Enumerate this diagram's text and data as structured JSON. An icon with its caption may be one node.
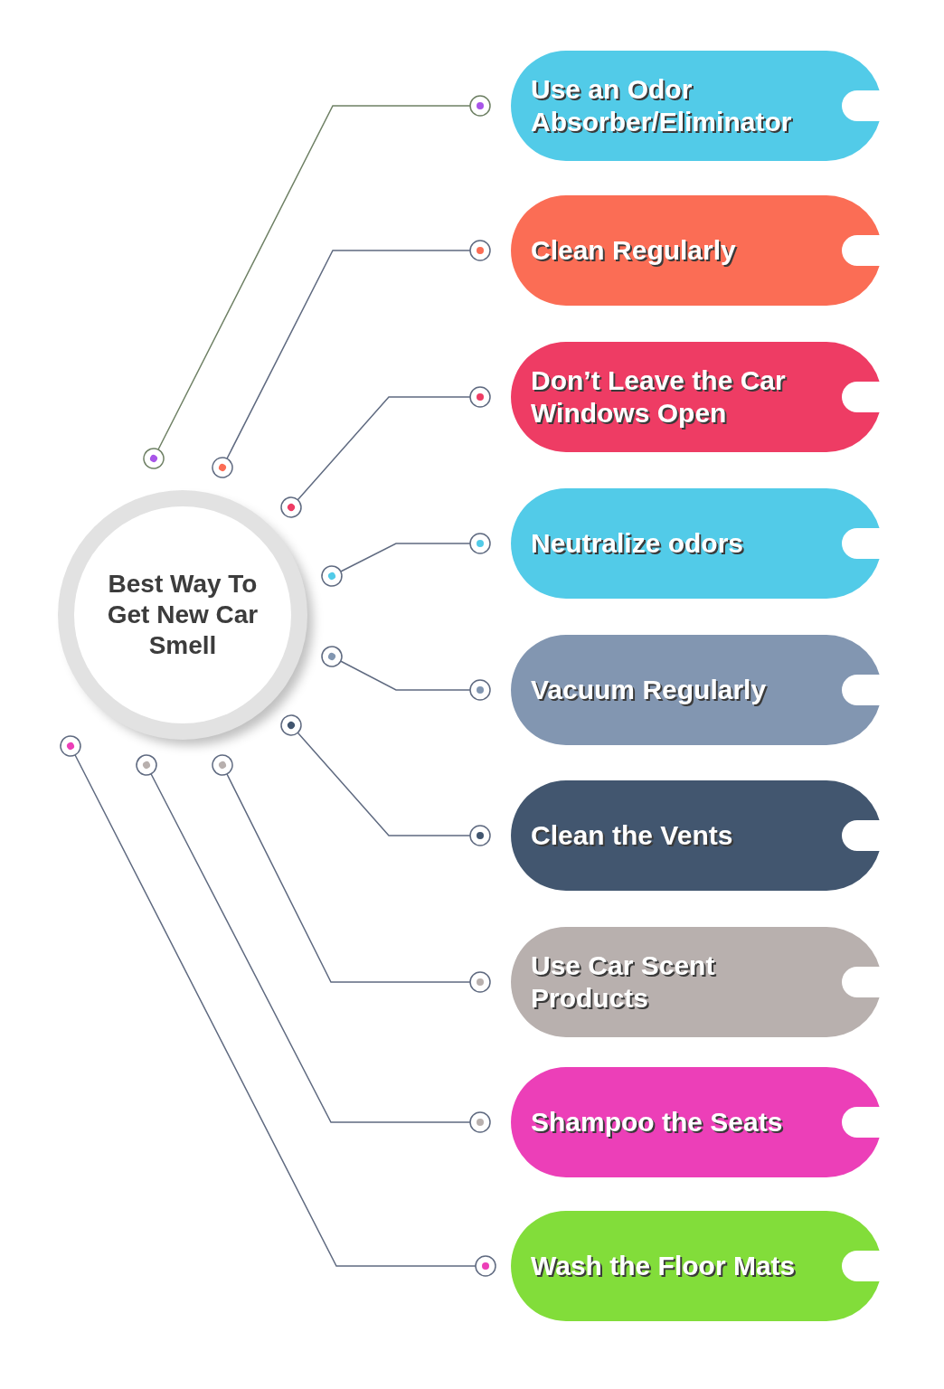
{
  "diagram": {
    "nodes": [
      {
        "text": [
          "Best Way To Get New Car Smell"
        ]
      },
      {
        "text": [
          "Use an Odor Absorber/Eliminator"
        ]
      },
      {
        "text": [
          "Clean Regularly"
        ]
      },
      {
        "text": [
          "Don’t Leave the Car Windows Open"
        ]
      },
      {
        "text": [
          "Neutralize odors"
        ]
      },
      {
        "text": [
          "Vacuum Regularly"
        ]
      },
      {
        "text": [
          "Clean the Vents"
        ]
      },
      {
        "text": [
          "Use Car Scent Products"
        ]
      },
      {
        "text": [
          "Shampoo the Seats"
        ]
      },
      {
        "text": [
          "Wash the Floor Mats"
        ]
      }
    ],
    "edges": [
      {
        "from": 0,
        "to": 1,
        "arrow": "other",
        "color": "#6e8064"
      },
      {
        "from": 0,
        "to": 2,
        "arrow": "other"
      },
      {
        "from": 0,
        "to": 3,
        "arrow": "other"
      },
      {
        "from": 0,
        "to": 4,
        "arrow": "other"
      },
      {
        "from": 0,
        "to": 5,
        "arrow": "other"
      },
      {
        "from": 0,
        "to": 6,
        "arrow": "other"
      },
      {
        "from": 0,
        "to": 7,
        "arrow": "other"
      },
      {
        "from": 0,
        "to": 8,
        "arrow": "other"
      },
      {
        "from": 0,
        "to": 9,
        "arrow": "other"
      }
    ]
  }
}
